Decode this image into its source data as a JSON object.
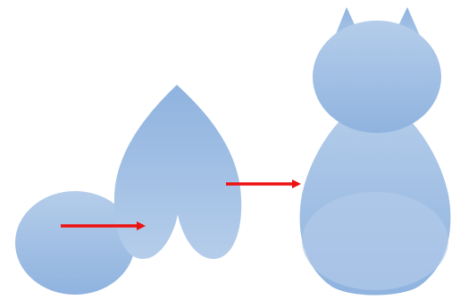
{
  "diagram": {
    "colors": {
      "background": "#ffffff",
      "shape_light": "#b5cdea",
      "shape_dark": "#8fb3df",
      "arrow": "#ee1111"
    },
    "shapes": [
      {
        "name": "ellipse-shape",
        "kind": "ellipse"
      },
      {
        "name": "heart-shape",
        "kind": "heart"
      },
      {
        "name": "cat-shape",
        "kind": "cat",
        "parts": [
          "ears",
          "head",
          "body"
        ]
      }
    ],
    "arrows": [
      {
        "name": "arrow-ellipse-to-heart",
        "from": "ellipse-shape",
        "to": "heart-shape"
      },
      {
        "name": "arrow-heart-to-cat",
        "from": "heart-shape",
        "to": "cat-shape"
      }
    ]
  }
}
